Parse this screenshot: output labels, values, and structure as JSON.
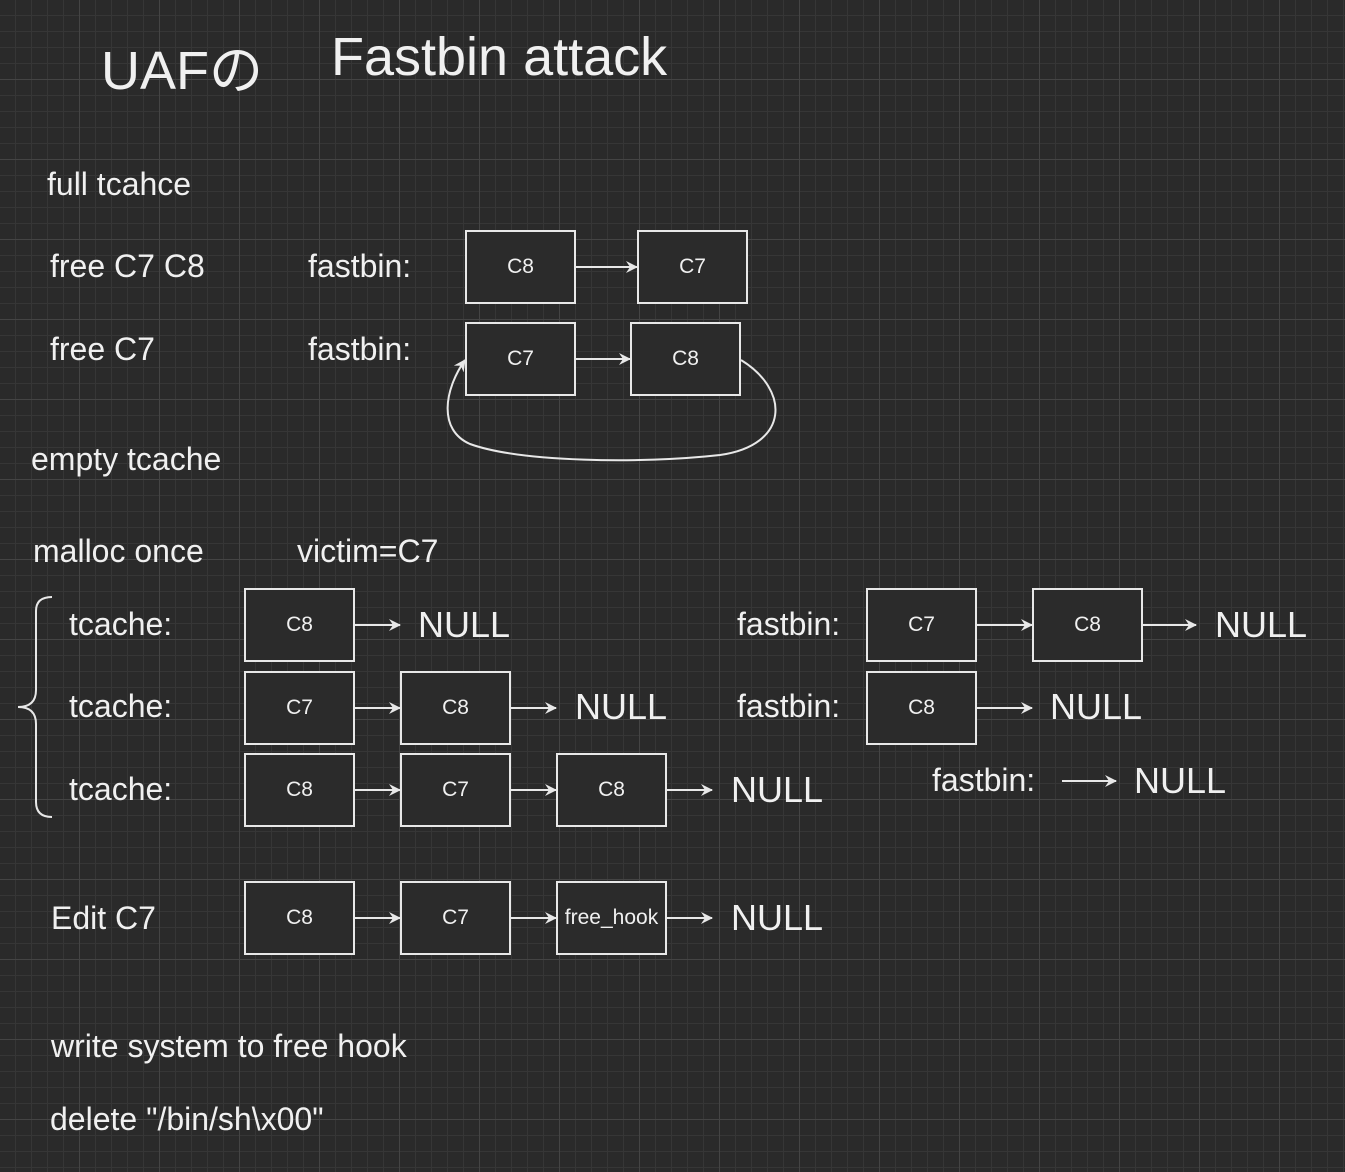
{
  "title": {
    "prefix": "UAFの",
    "main": "Fastbin attack"
  },
  "steps": {
    "full_tcache": "full tcahce",
    "free_c7_c8": "free C7 C8",
    "free_c7": "free C7",
    "empty_tcache": "empty tcache",
    "malloc_once": "malloc once",
    "victim": "victim=C7",
    "edit_c7": "Edit C7",
    "write_system": "write system to free hook",
    "delete": "delete \"/bin/sh\\x00\""
  },
  "labels": {
    "fastbin": "fastbin:",
    "tcache": "tcache:",
    "null": "NULL"
  },
  "chunks": {
    "c7": "C7",
    "c8": "C8",
    "free_hook": "free_hook"
  },
  "colors": {
    "background": "#2a2a2a",
    "line": "#e8e8e8",
    "text": "#f0f0f0"
  }
}
